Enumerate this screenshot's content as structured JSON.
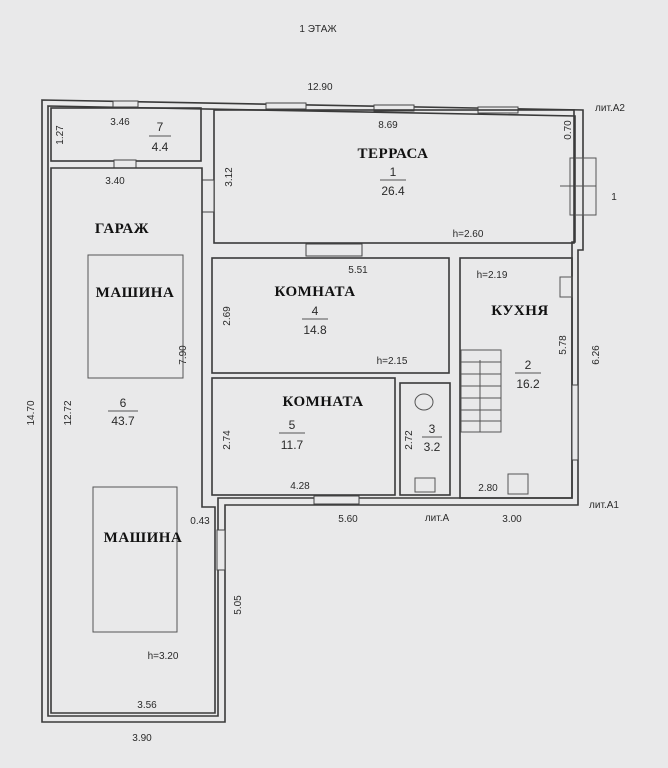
{
  "title": "1 ЭТАЖ",
  "overall": {
    "width_top": "12.90",
    "height_left": "14.70",
    "lit_a2": "лит.А2",
    "lit_a1": "лит.А1",
    "lit_a": "лит.А",
    "entrance": "1"
  },
  "rooms": [
    {
      "id": "1",
      "name": "ТЕРРАСА",
      "area": "26.4",
      "dims": [
        "8.69",
        "3.12",
        "0.70"
      ],
      "height": "h=2.60"
    },
    {
      "id": "2",
      "name": "КУХНЯ",
      "area": "16.2",
      "dims": [
        "5.78",
        "2.80",
        "3.00",
        "6.26"
      ],
      "height": "h=2.19"
    },
    {
      "id": "3",
      "name": "",
      "area": "3.2",
      "dims": [
        "2.72"
      ]
    },
    {
      "id": "4",
      "name": "КОМНАТА",
      "area": "14.8",
      "dims": [
        "5.51",
        "2.69"
      ],
      "height": "h=2.15"
    },
    {
      "id": "5",
      "name": "КОМНАТА",
      "area": "11.7",
      "dims": [
        "2.74",
        "4.28",
        "5.60"
      ]
    },
    {
      "id": "6",
      "name": "ГАРАЖ",
      "area": "43.7",
      "dims": [
        "3.40",
        "7.90",
        "12.72",
        "0.43",
        "5.05",
        "3.56",
        "3.90"
      ],
      "height": "h=3.20",
      "cars": [
        "МАШИНА",
        "МАШИНА"
      ]
    },
    {
      "id": "7",
      "name": "",
      "area": "4.4",
      "dims": [
        "3.46",
        "1.27"
      ]
    }
  ]
}
